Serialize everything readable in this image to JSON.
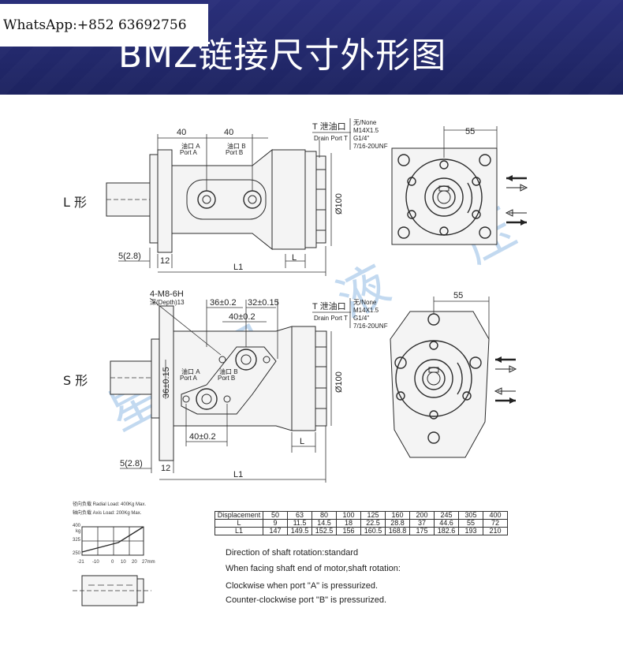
{
  "banner": {
    "title": "BMZ链接尺寸外形图",
    "whatsapp": "WhatsApp:+852 63692756",
    "bg_color": "#23296c"
  },
  "watermark": {
    "chars": [
      "星",
      "和",
      "液",
      "压"
    ],
    "color": "#b8d2ee"
  },
  "l_view": {
    "shape_label": "L 形",
    "dim_40_left": "40",
    "dim_40_right": "40",
    "port_a_cn": "油口 A",
    "port_a_en": "Port  A",
    "port_b_cn": "油口 B",
    "port_b_en": "Port  B",
    "t_port": "T 泄油口",
    "drain_port": "Drain Port T",
    "thread_specs": [
      "无/None",
      "M14X1.5",
      "G1/4\"",
      "7/16-20UNF"
    ],
    "diameter": "Ø100",
    "dim_5": "5(2.8)",
    "dim_12": "12",
    "dim_L": "L",
    "dim_L1": "L1",
    "dim_55": "55"
  },
  "s_view": {
    "shape_label": "S 形",
    "thread_hole": "4-M8-6H",
    "depth": "深(Depth)13",
    "dim_36_02": "36±0.2",
    "dim_32_015": "32±0.15",
    "dim_40_02_top": "40±0.2",
    "dim_36_015": "36±0.15",
    "dim_40_02_bottom": "40±0.2",
    "port_a_cn": "油口 A",
    "port_a_en": "Port  A",
    "port_b_cn": "油口 B",
    "port_b_en": "Port  B",
    "t_port": "T 泄油口",
    "drain_port": "Drain Port T",
    "thread_specs": [
      "无/None",
      "M14X1.5",
      "G1/4\"",
      "7/16-20UNF"
    ],
    "diameter": "Ø100",
    "dim_5": "5(2.8)",
    "dim_12": "12",
    "dim_L": "L",
    "dim_L1": "L1",
    "dim_55": "55"
  },
  "load_info": {
    "radial": "径向负载  Radial Load:  400Kg Max.",
    "axial": "轴向负载  Axis Load:  200Kg Max.",
    "graph_y": [
      "400",
      "kg",
      "325",
      "250"
    ],
    "graph_x": [
      "-21",
      "-10",
      "0",
      "10",
      "20",
      "27mm"
    ]
  },
  "spec_table": {
    "rows": [
      [
        "Displacement",
        "50",
        "63",
        "80",
        "100",
        "125",
        "160",
        "200",
        "245",
        "305",
        "400"
      ],
      [
        "L",
        "9",
        "11.5",
        "14.5",
        "18",
        "22.5",
        "28.8",
        "37",
        "44.6",
        "55",
        "72"
      ],
      [
        "L1",
        "147",
        "149.5",
        "152.5",
        "156",
        "160.5",
        "168.8",
        "175",
        "182.6",
        "193",
        "210"
      ]
    ]
  },
  "notes": [
    "Direction of shaft rotation:standard",
    "When facing shaft end of motor,shaft rotation:",
    "Clockwise when port \"A\" is pressurized.",
    "Counter-clockwise port \"B\" is pressurized."
  ]
}
